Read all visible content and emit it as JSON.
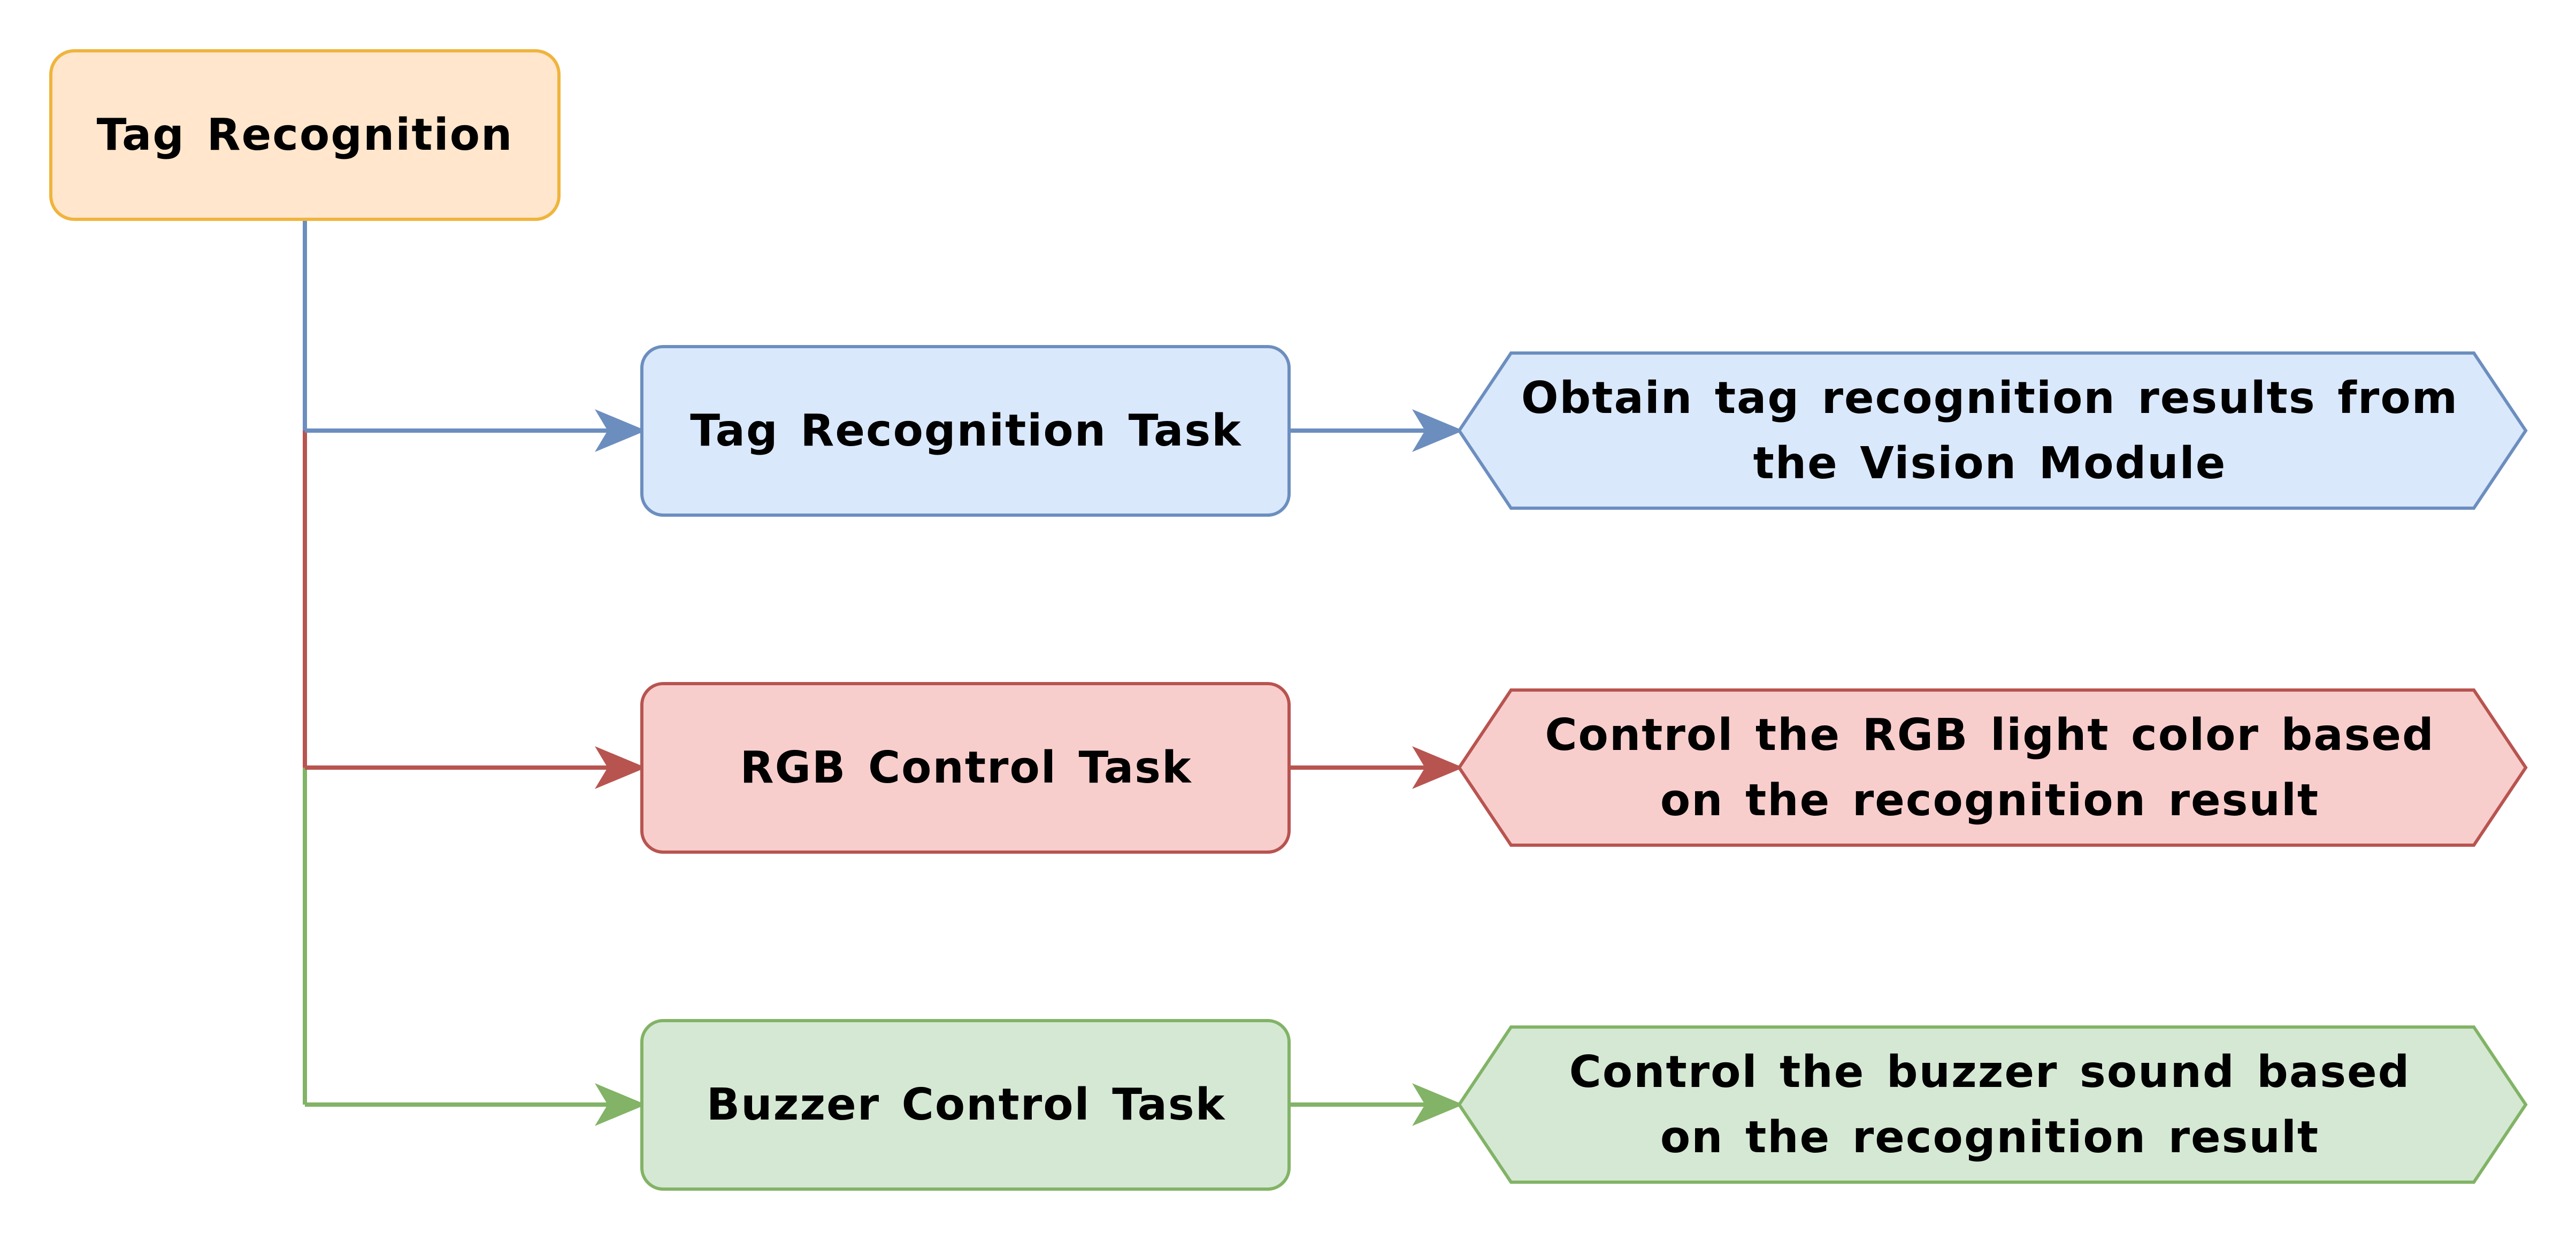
{
  "diagram": {
    "root": {
      "label": "Tag Recognition",
      "fill": "#ffe6cc",
      "stroke": "#f0b43c"
    },
    "branches": [
      {
        "task": "Tag Recognition Task",
        "description": "Obtain tag recognition results from the Vision Module",
        "fill": "#dae8fc",
        "stroke": "#6c8ebf"
      },
      {
        "task": "RGB Control Task",
        "description": "Control the RGB light color based on the recognition result",
        "fill": "#f8cecc",
        "stroke": "#b85450"
      },
      {
        "task": "Buzzer Control Task",
        "description": "Control the buzzer sound based on the recognition result",
        "fill": "#d5e8d4",
        "stroke": "#82b366"
      }
    ]
  }
}
